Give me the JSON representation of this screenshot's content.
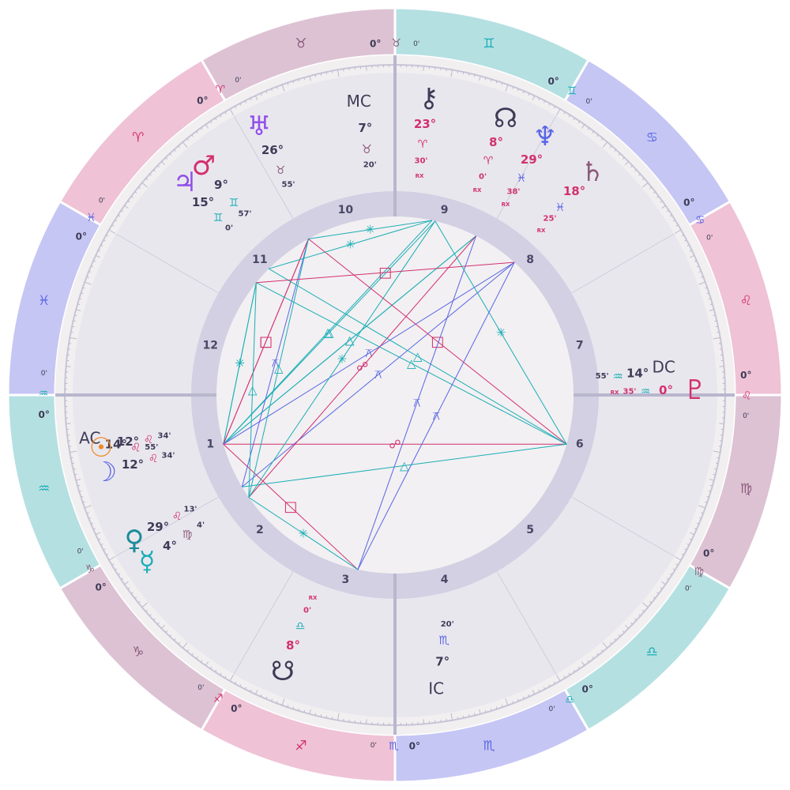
{
  "colors": {
    "sign_pink": "#EFC2D6",
    "sign_blue": "#C5C6F4",
    "sign_teal": "#B5E0E2",
    "sign_mauve": "#DDC2D4",
    "ring": "#F2EFF1",
    "house_area": "#E9E7EE",
    "house_band": "#D2D0E2",
    "center": "#F2F0F2",
    "axis": "#B9B6CE",
    "dark_text": "#3E3B56",
    "pink": "#D2306F",
    "blue": "#5865E4",
    "teal": "#1BAEB6",
    "purple": "#9050E8",
    "orange": "#F08A24"
  },
  "sign_ring": [
    {
      "sign": "taurus",
      "glyph": "♉",
      "color": "#DDC2D4",
      "glyph_color": "#8B5A7A"
    },
    {
      "sign": "aries",
      "glyph": "♈",
      "color": "#EFC2D6",
      "glyph_color": "#D2306F"
    },
    {
      "sign": "pisces",
      "glyph": "♓",
      "color": "#C5C6F4",
      "glyph_color": "#5865E4"
    },
    {
      "sign": "aquarius",
      "glyph": "♒",
      "color": "#B5E0E2",
      "glyph_color": "#1BAEB6"
    },
    {
      "sign": "capricorn",
      "glyph": "♑",
      "color": "#DDC2D4",
      "glyph_color": "#8B5A7A"
    },
    {
      "sign": "sagittarius",
      "glyph": "♐",
      "color": "#EFC2D6",
      "glyph_color": "#D2306F"
    },
    {
      "sign": "scorpio",
      "glyph": "♏",
      "color": "#C5C6F4",
      "glyph_color": "#5865E4"
    },
    {
      "sign": "libra",
      "glyph": "♎",
      "color": "#B5E0E2",
      "glyph_color": "#1BAEB6"
    },
    {
      "sign": "virgo",
      "glyph": "♍",
      "color": "#DDC2D4",
      "glyph_color": "#8B5A7A"
    },
    {
      "sign": "leo",
      "glyph": "♌",
      "color": "#EFC2D6",
      "glyph_color": "#D2306F"
    },
    {
      "sign": "cancer",
      "glyph": "♋",
      "color": "#C5C6F4",
      "glyph_color": "#5865E4"
    },
    {
      "sign": "gemini",
      "glyph": "♊",
      "color": "#B5E0E2",
      "glyph_color": "#1BAEB6"
    }
  ],
  "cusps": [
    {
      "deg": "0°",
      "glyph": "♉",
      "min": "0'",
      "color": "#8B5A7A"
    },
    {
      "deg": "0°",
      "glyph": "♈",
      "min": "0'",
      "color": "#D2306F"
    },
    {
      "deg": "0°",
      "glyph": "♓",
      "min": "0'",
      "color": "#5865E4"
    },
    {
      "deg": "0°",
      "glyph": "♒",
      "min": "0'",
      "color": "#1BAEB6"
    },
    {
      "deg": "0°",
      "glyph": "♑",
      "min": "0'",
      "color": "#8B5A7A"
    },
    {
      "deg": "0°",
      "glyph": "♐",
      "min": "0'",
      "color": "#D2306F"
    },
    {
      "deg": "0°",
      "glyph": "♏",
      "min": "0'",
      "color": "#5865E4"
    },
    {
      "deg": "0°",
      "glyph": "♎",
      "min": "0'",
      "color": "#1BAEB6"
    },
    {
      "deg": "0°",
      "glyph": "♍",
      "min": "0'",
      "color": "#8B5A7A"
    },
    {
      "deg": "0°",
      "glyph": "♌",
      "min": "0'",
      "color": "#D2306F"
    },
    {
      "deg": "0°",
      "glyph": "♋",
      "min": "0'",
      "color": "#5865E4"
    },
    {
      "deg": "0°",
      "glyph": "♊",
      "min": "0'",
      "color": "#1BAEB6"
    }
  ],
  "house_numbers": [
    "1",
    "2",
    "3",
    "4",
    "5",
    "6",
    "7",
    "8",
    "9",
    "10",
    "11",
    "12"
  ],
  "angles": [
    {
      "name": "MC",
      "deg": "7°",
      "glyph": "♉",
      "min": "20'",
      "color": "#8B5A7A"
    },
    {
      "name": "DC",
      "deg": "14°",
      "glyph": "♒",
      "min": "55'",
      "color": "#1BAEB6"
    },
    {
      "name": "IC",
      "deg": "7°",
      "glyph": "♏",
      "min": "20'",
      "color": "#5865E4"
    },
    {
      "name": "AC",
      "deg": "14°",
      "glyph": "♌",
      "min": "55'",
      "color": "#D2306F"
    }
  ],
  "planets": [
    {
      "name": "uranus",
      "glyph": "♅",
      "color": "#9050E8",
      "deg": "26°",
      "sign": "♉",
      "sign_color": "#8B5A7A",
      "min": "55'",
      "rx": ""
    },
    {
      "name": "mars",
      "glyph": "♂",
      "color": "#D2306F",
      "deg": "9°",
      "sign": "♊",
      "sign_color": "#1BAEB6",
      "min": "57'",
      "rx": ""
    },
    {
      "name": "jupiter",
      "glyph": "♃",
      "color": "#9050E8",
      "deg": "15°",
      "sign": "♊",
      "sign_color": "#1BAEB6",
      "min": "0'",
      "rx": ""
    },
    {
      "name": "chiron",
      "glyph": "⚷",
      "color": "#3E3B56",
      "deg": "23°",
      "sign": "♈",
      "sign_color": "#D2306F",
      "min": "30'",
      "rx": "RX"
    },
    {
      "name": "north-node",
      "glyph": "☊",
      "color": "#3E3B56",
      "deg": "8°",
      "sign": "♈",
      "sign_color": "#D2306F",
      "min": "0'",
      "rx": "RX"
    },
    {
      "name": "neptune",
      "glyph": "♆",
      "color": "#5865E4",
      "deg": "29°",
      "sign": "♓",
      "sign_color": "#5865E4",
      "min": "38'",
      "rx": "RX"
    },
    {
      "name": "saturn",
      "glyph": "♄",
      "color": "#8B5A7A",
      "deg": "18°",
      "sign": "♓",
      "sign_color": "#5865E4",
      "min": "25'",
      "rx": "RX"
    },
    {
      "name": "pluto",
      "glyph": "♇",
      "color": "#D2306F",
      "deg": "0°",
      "sign": "♒",
      "sign_color": "#1BAEB6",
      "min": "35'",
      "rx": "RX"
    },
    {
      "name": "sun",
      "glyph": "☉",
      "color": "#F08A24",
      "deg": "12°",
      "sign": "♌",
      "sign_color": "#D2306F",
      "min": "34'",
      "rx": ""
    },
    {
      "name": "moon",
      "glyph": "☽",
      "color": "#5865E4",
      "deg": "12°",
      "sign": "♌",
      "sign_color": "#D2306F",
      "min": "34'",
      "rx": ""
    },
    {
      "name": "venus",
      "glyph": "♀",
      "color": "#1A8C99",
      "deg": "29°",
      "sign": "♌",
      "sign_color": "#D2306F",
      "min": "13'",
      "rx": ""
    },
    {
      "name": "mercury",
      "glyph": "☿",
      "color": "#1BAEB6",
      "deg": "4°",
      "sign": "♍",
      "sign_color": "#8B5A7A",
      "min": "4'",
      "rx": ""
    },
    {
      "name": "south-node",
      "glyph": "☋",
      "color": "#3E3B56",
      "deg": "8°",
      "sign": "♎",
      "sign_color": "#1BAEB6",
      "min": "0'",
      "rx": "RX"
    }
  ],
  "aspects": [
    {
      "from": "sun",
      "to": "jupiter",
      "type": "sextile"
    },
    {
      "from": "moon",
      "to": "jupiter",
      "type": "sextile"
    },
    {
      "from": "sun",
      "to": "neptune",
      "type": "trine"
    },
    {
      "from": "moon",
      "to": "neptune",
      "type": "trine"
    },
    {
      "from": "sun",
      "to": "chiron",
      "type": "trine"
    },
    {
      "from": "sun",
      "to": "north-node",
      "type": "trine"
    },
    {
      "from": "sun",
      "to": "uranus",
      "type": "square"
    },
    {
      "from": "moon",
      "to": "uranus",
      "type": "square"
    },
    {
      "from": "sun",
      "to": "pluto",
      "type": "opposition"
    },
    {
      "from": "moon",
      "to": "south-node",
      "type": "square"
    },
    {
      "from": "moon",
      "to": "saturn",
      "type": "quincunx"
    },
    {
      "from": "venus",
      "to": "saturn",
      "type": "quincunx"
    },
    {
      "from": "venus",
      "to": "pluto",
      "type": "trine"
    },
    {
      "from": "venus",
      "to": "uranus",
      "type": "quincunx"
    },
    {
      "from": "mercury",
      "to": "uranus",
      "type": "trine"
    },
    {
      "from": "mercury",
      "to": "jupiter",
      "type": "trine"
    },
    {
      "from": "mercury",
      "to": "neptune",
      "type": "opposition"
    },
    {
      "from": "mercury",
      "to": "chiron",
      "type": "sextile"
    },
    {
      "from": "uranus",
      "to": "north-node",
      "type": "sextile"
    },
    {
      "from": "uranus",
      "to": "pluto",
      "type": "square"
    },
    {
      "from": "mars",
      "to": "pluto",
      "type": "trine"
    },
    {
      "from": "mars",
      "to": "north-node",
      "type": "sextile"
    },
    {
      "from": "jupiter",
      "to": "pluto",
      "type": "trine"
    },
    {
      "from": "jupiter",
      "to": "saturn",
      "type": "square"
    },
    {
      "from": "chiron",
      "to": "pluto",
      "type": "sextile"
    },
    {
      "from": "mercury",
      "to": "south-node",
      "type": "sextile"
    },
    {
      "from": "saturn",
      "to": "south-node",
      "type": "quincunx"
    },
    {
      "from": "neptune",
      "to": "south-node",
      "type": "quincunx"
    }
  ],
  "aspect_colors": {
    "trine": "#1BAEB6",
    "sextile": "#1BAEB6",
    "square": "#D2306F",
    "opposition": "#D2306F",
    "quincunx": "#5865E4"
  },
  "aspect_glyphs": {
    "trine": "△",
    "sextile": "✳",
    "square": "□",
    "opposition": "☍",
    "quincunx": "⚻"
  }
}
